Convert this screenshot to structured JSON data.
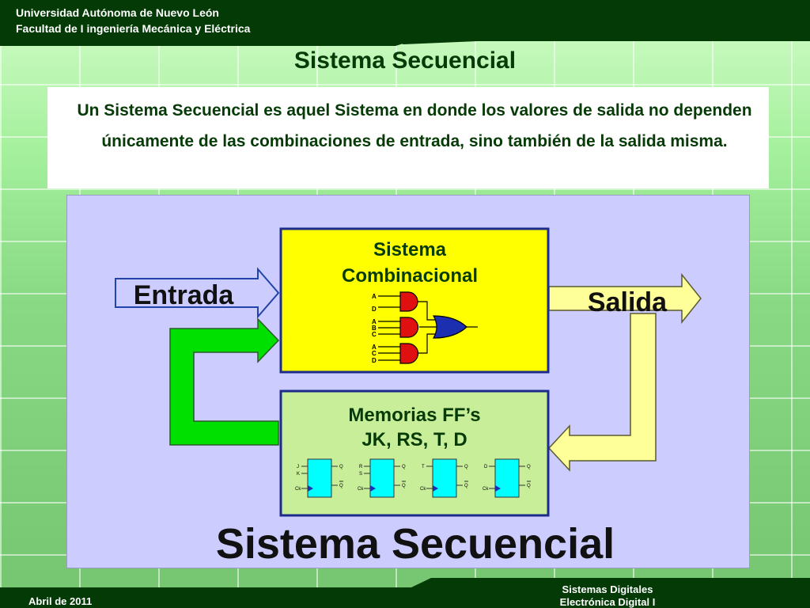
{
  "header": {
    "university": "Universidad Autónoma de Nuevo León",
    "faculty": "Facultad de I ingeniería Mecánica y Eléctrica"
  },
  "slide": {
    "title": "Sistema Secuencial",
    "description": "Un Sistema Secuencial es aquel Sistema en donde los valores de salida no dependen únicamente de las combinaciones de entrada, sino también de la salida misma."
  },
  "diagram": {
    "input_label": "Entrada",
    "output_label": "Salida",
    "combinational_block": {
      "line1": "Sistema",
      "line2": "Combinacional",
      "gate_inputs": [
        "A",
        "D",
        "A",
        "B",
        "C",
        "A",
        "C",
        "D"
      ]
    },
    "memory_block": {
      "line1": "Memorias FF’s",
      "line2": "JK, RS, T, D",
      "flipflops": [
        {
          "inputs": [
            "J",
            "K"
          ],
          "clock": "Ck",
          "outputs": [
            "Q",
            "Q"
          ]
        },
        {
          "inputs": [
            "R",
            "S"
          ],
          "clock": "Ck",
          "outputs": [
            "Q",
            "Q"
          ]
        },
        {
          "inputs": [
            "T"
          ],
          "clock": "Ck",
          "outputs": [
            "Q",
            "Q"
          ]
        },
        {
          "inputs": [
            "D"
          ],
          "clock": "Ck",
          "outputs": [
            "Q",
            "Q"
          ]
        }
      ]
    },
    "caption": "Sistema Secuencial"
  },
  "footer": {
    "date": "Abril de 2011",
    "course_line1": "Sistemas Digitales",
    "course_line2": "Electrónica Digital I"
  },
  "colors": {
    "header_green": "#043a06",
    "title_green": "#063b07",
    "combinational_fill": "#ffff00",
    "memory_fill": "#c9ee9a",
    "block_border": "#1c2b8c",
    "input_arrow": "#ccccff",
    "output_arrow": "#ffff99",
    "feedback_arrow": "#00e000",
    "panel_fill": "#ccccff"
  }
}
